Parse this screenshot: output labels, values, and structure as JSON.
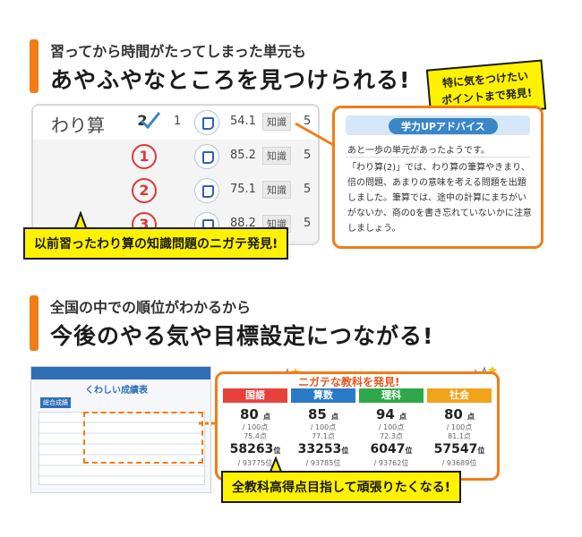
{
  "section1": {
    "subtitle": "習ってから時間がたってしまった単元も",
    "headline": "あやふやなところを見つけられる!",
    "callout": [
      "特に気をつけたい",
      "ポイントまで発見!"
    ],
    "table": {
      "rows": [
        {
          "name": "わり算",
          "rank": "2",
          "col": "1",
          "score": "54.1",
          "tag": "知識",
          "count": "5"
        },
        {
          "name": "",
          "rank": "1",
          "col": "",
          "score": "85.2",
          "tag": "知識",
          "count": "5"
        },
        {
          "name": "",
          "rank": "2",
          "col": "",
          "score": "75.1",
          "tag": "知識",
          "count": "5"
        },
        {
          "name": "",
          "rank": "3",
          "col": "",
          "score": "88.2",
          "tag": "知識",
          "count": "5"
        }
      ]
    },
    "bottom_label": "以前習ったわり算の知識問題のニガテ発見!",
    "advice": {
      "header": "学力UPアドバイス",
      "line1": "あと一歩の単元があったようです。",
      "body": "「わり算(2)」では、わり算の筆算やきまり、倍の問題、あまりの意味を考える問題を出題しました。筆算では、途中の計算にまちがいがないか、商の0を書き忘れていないかに注意しましょう。"
    }
  },
  "section2": {
    "subtitle": "全国の中での順位がわかるから",
    "headline": "今後のやる気や目標設定につながる!",
    "screenshot": {
      "title": "くわしい成績表",
      "tag": "総合成績"
    },
    "scores": {
      "title": "ニガテな教科を発見!",
      "subjects": [
        {
          "name": "国語",
          "color": "#e8413a",
          "score": "80",
          "unit": "点",
          "den": "/ 100点",
          "avg": "75.4点",
          "rank": "58263",
          "rank_unit": "位",
          "total": "/ 93775位"
        },
        {
          "name": "算数",
          "color": "#2a7ac8",
          "score": "85",
          "unit": "点",
          "den": "/ 100点",
          "avg": "77.1点",
          "rank": "33253",
          "rank_unit": "位",
          "total": "/ 93785位"
        },
        {
          "name": "理科",
          "color": "#2fa84a",
          "score": "94",
          "unit": "点",
          "den": "/ 100点",
          "avg": "72.3点",
          "rank": "6047",
          "rank_unit": "位",
          "total": "/ 93762位"
        },
        {
          "name": "社会",
          "color": "#f2a31c",
          "score": "80",
          "unit": "点",
          "den": "/ 100点",
          "avg": "81.1点",
          "rank": "57547",
          "rank_unit": "位",
          "total": "/ 93689位"
        }
      ]
    },
    "bottom_label": "全教科高得点目指して頑張りたくなる!"
  },
  "colors": {
    "accent": "#f07d16",
    "highlight": "#fff200",
    "blue": "#3a86c8",
    "red": "#d83a3a"
  }
}
